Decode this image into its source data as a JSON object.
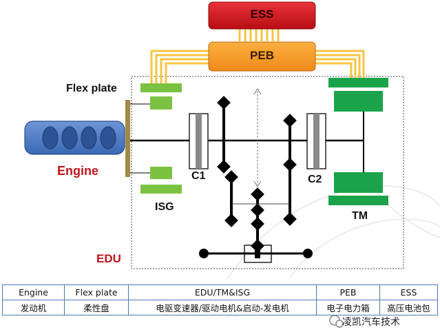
{
  "boxes": {
    "ess": "ESS",
    "peb": "PEB"
  },
  "labels": {
    "flex_plate": "Flex plate",
    "engine": "Engine",
    "isg": "ISG",
    "c1": "C1",
    "c2": "C2",
    "tm": "TM",
    "edu": "EDU"
  },
  "legend": {
    "headers": [
      "Engine",
      "Flex plate",
      "EDU/TM&ISG",
      "PEB",
      "ESS"
    ],
    "values": [
      "发动机",
      "柔性盘",
      "电驱变速器/驱动电机&启动-发电机",
      "电子电力箱",
      "高压电池包"
    ]
  },
  "watermark": "凌凯汽车技术",
  "colors": {
    "ess_fill": "#d9141c",
    "peb_fill": "#f7941d",
    "wire": "#f5c542",
    "engine_fill": "#4a78c2",
    "flex_plate": "#a08a46",
    "green_light": "#7cc242",
    "green_dark": "#1aa34a",
    "label_red": "#c0141c",
    "table_border": "#4a78b8"
  }
}
